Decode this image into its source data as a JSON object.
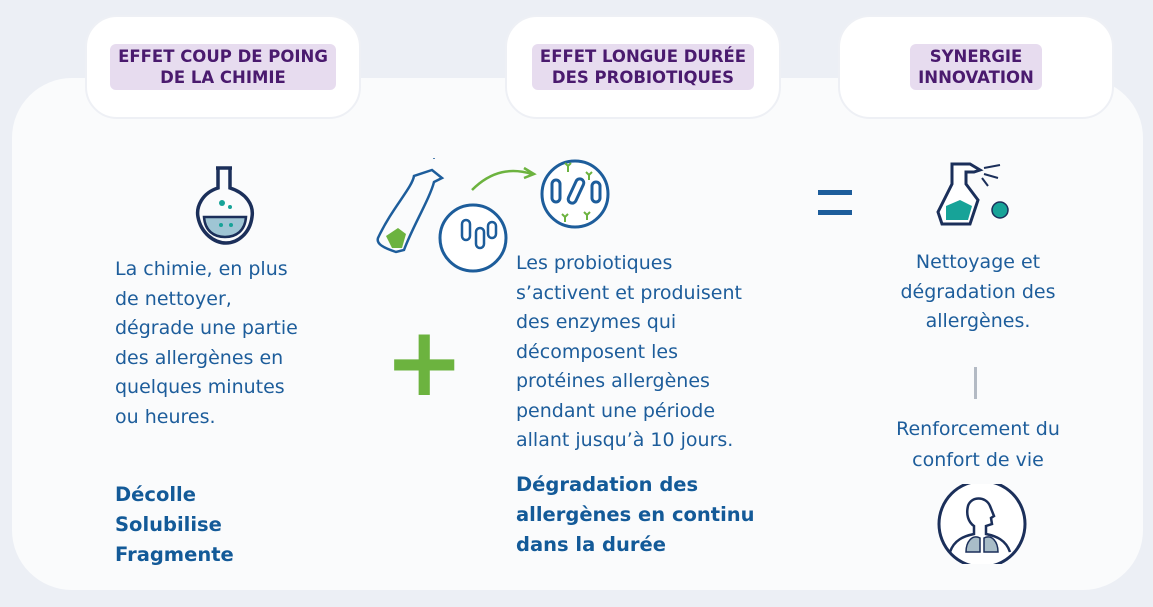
{
  "columns": [
    {
      "title_lines": [
        "EFFET COUP DE POING",
        "DE LA CHIMIE"
      ],
      "text_lines": [
        "La chimie, en plus",
        "de nettoyer,",
        "dégrade une partie",
        "des allergènes en",
        "quelques minutes",
        "ou heures."
      ],
      "bold_lines": [
        "Décolle",
        "Solubilise",
        "Fragmente"
      ]
    },
    {
      "title_lines": [
        "EFFET LONGUE DURÉE",
        "DES PROBIOTIQUES"
      ],
      "text_lines": [
        "Les probiotiques",
        "s’activent et produisent",
        "des enzymes qui",
        "décomposent les",
        "protéines allergènes",
        "pendant une période",
        "allant jusqu’à 10 jours."
      ],
      "bold_lines": [
        "Dégradation des",
        "allergènes en continu",
        "dans la durée"
      ]
    },
    {
      "title_lines": [
        "SYNERGIE",
        "INNOVATION"
      ],
      "text_lines": [
        "Nettoyage et",
        "dégradation des",
        "allergènes."
      ],
      "text2_lines": [
        "Renforcement du",
        "confort de vie"
      ]
    }
  ],
  "operators": {
    "plus": "+",
    "equals": "="
  },
  "colors": {
    "accent_green": "#6cb33f",
    "text_blue": "#1d5d9b",
    "tag_bg": "#e7dcef",
    "tag_text": "#4a1a6e"
  }
}
